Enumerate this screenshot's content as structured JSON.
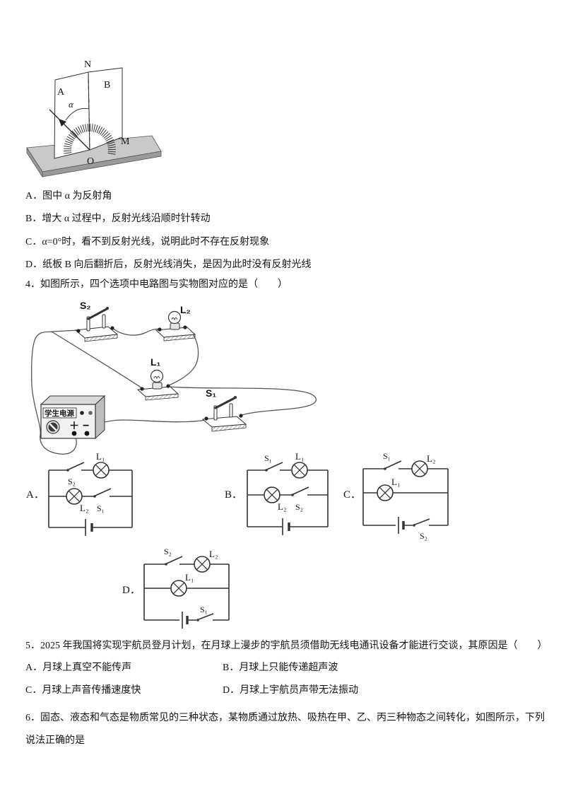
{
  "q3": {
    "figure": {
      "N": "N",
      "A": "A",
      "B": "B",
      "M": "M",
      "O": "O",
      "alpha": "α"
    },
    "opt_a": "A．图中 α 为反射角",
    "opt_b": "B．增大 α 过程中，反射光线沿顺时针转动",
    "opt_c": "C．α=0°时，看不到反射光线，说明此时不存在反射现象",
    "opt_d": "D．纸板 B 向后翻折后，反射光线消失，是因为此时没有反射光线"
  },
  "q4": {
    "text": "4．如图所示，四个选项中电路图与实物图对应的是（　　）",
    "photo": {
      "s2": "S₂",
      "l2": "L₂",
      "l1": "L₁",
      "s1": "S₁",
      "supply": "学生电源",
      "plus": "＋",
      "minus": "−"
    },
    "diagrams": {
      "A": {
        "letter": "A．",
        "top_switch": "S₂",
        "top_bulb": "L₁",
        "mid_bulb": "L₂",
        "mid_switch": "S₁"
      },
      "B": {
        "letter": "B．",
        "top_switch": "S₁",
        "top_bulb": "L₁",
        "mid_bulb": "L₂",
        "mid_switch": "S₂"
      },
      "C": {
        "letter": "C．",
        "top_switch": "S₁",
        "top_bulb": "L₂",
        "mid_bulb": "L₁",
        "bottom_switch": "S₂"
      },
      "D": {
        "letter": "D．",
        "top_switch": "S₂",
        "top_bulb": "L₂",
        "mid_bulb": "L₁",
        "bottom_switch": "S₁"
      }
    }
  },
  "q5": {
    "text": "5．2025 年我国将实现宇航员登月计划，在月球上漫步的宇航员须借助无线电通讯设备才能进行交谈，其原因是（　　）",
    "opt_a": "A．月球上真空不能传声",
    "opt_b": "B．月球上只能传递超声波",
    "opt_c": "C．月球上声音传播速度快",
    "opt_d": "D．月球上宇航员声带无法振动"
  },
  "q6": {
    "text": "6．固态、液态和气态是物质常见的三种状态，某物质通过放热、吸热在甲、乙、丙三种物态之间转化，如图所示，下列说法正确的是"
  }
}
